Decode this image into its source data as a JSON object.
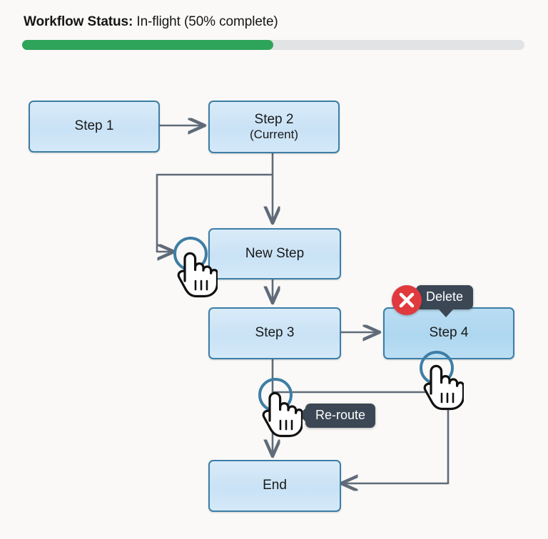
{
  "status": {
    "label": "Workflow Status:",
    "value": " In-flight (50% complete)",
    "percent": 50,
    "fill_color": "#2ea35a",
    "track_color": "#e2e3e5"
  },
  "diagram": {
    "type": "flowchart",
    "node_fill": "#cfe6f7",
    "node_fill_highlight": "#b4daf1",
    "node_border": "#3d7ea6",
    "connector_color": "#5f6b78",
    "nodes": [
      {
        "id": "step1",
        "label": "Step 1",
        "sub": "",
        "highlight": false
      },
      {
        "id": "step2",
        "label": "Step 2",
        "sub": "(Current)",
        "highlight": false
      },
      {
        "id": "newstep",
        "label": "New Step",
        "sub": "",
        "highlight": false
      },
      {
        "id": "step3",
        "label": "Step 3",
        "sub": "",
        "highlight": false
      },
      {
        "id": "step4",
        "label": "Step 4",
        "sub": "",
        "highlight": true
      },
      {
        "id": "end",
        "label": "End",
        "sub": "",
        "highlight": false
      }
    ],
    "edges": [
      {
        "from": "step1",
        "to": "step2"
      },
      {
        "from": "step2",
        "to": "newstep"
      },
      {
        "from": "step2",
        "to": "newstep-left"
      },
      {
        "from": "newstep",
        "to": "step3"
      },
      {
        "from": "step3",
        "to": "step4"
      },
      {
        "from": "step3",
        "to": "end"
      },
      {
        "from": "step4",
        "to": "end"
      }
    ]
  },
  "annotations": {
    "delete": {
      "label": "Delete",
      "icon": "close-x-icon",
      "badge_color": "#e0393e",
      "tooltip_color": "#3b4754"
    },
    "reroute": {
      "label": "Re-route",
      "tooltip_color": "#3b4754"
    }
  },
  "cursors": [
    {
      "name": "pointer-hand-new-step",
      "target": "newstep"
    },
    {
      "name": "pointer-hand-step4",
      "target": "step4"
    },
    {
      "name": "pointer-hand-step3",
      "target": "step3"
    }
  ]
}
